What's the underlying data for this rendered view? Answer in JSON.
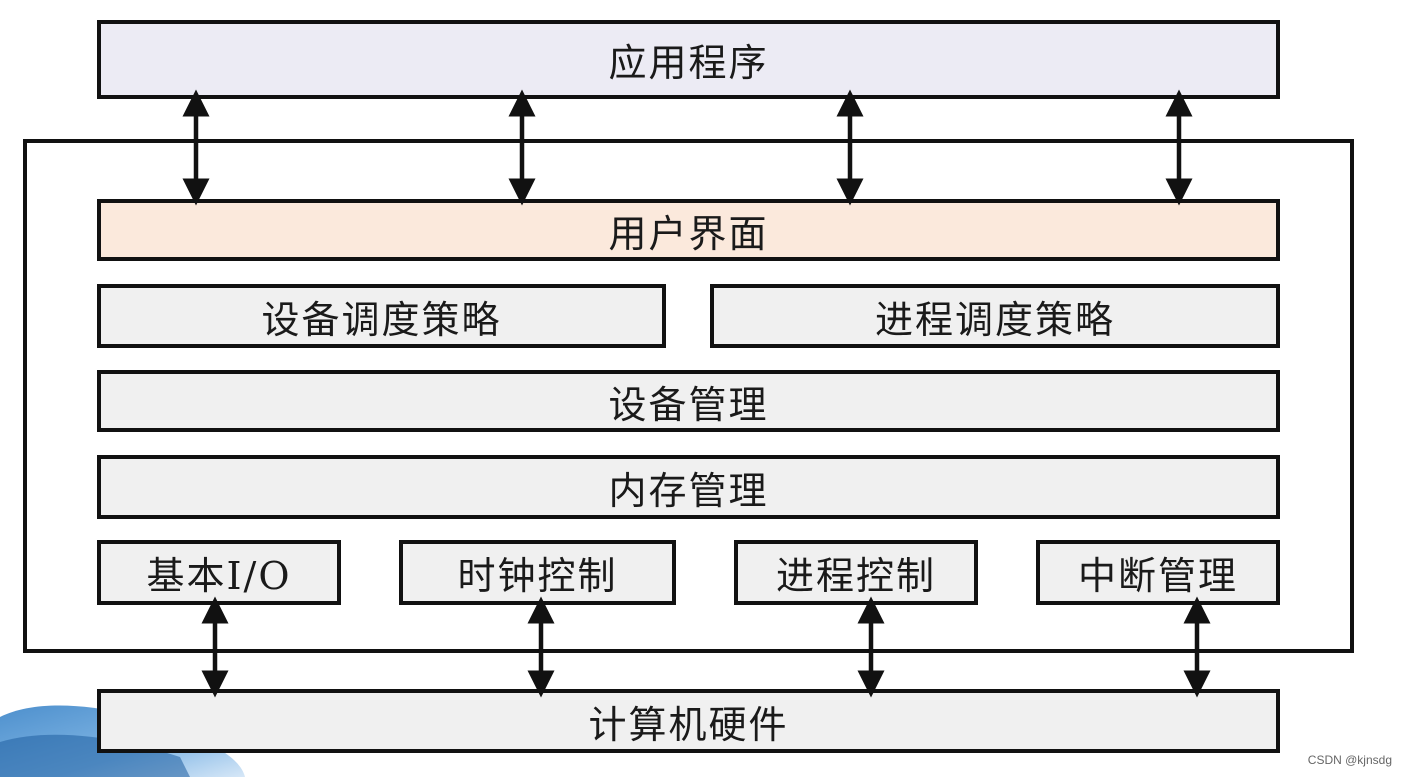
{
  "top": {
    "app_label": "应用程序"
  },
  "kernel": {
    "ui_label": "用户界面",
    "device_policy_label": "设备调度策略",
    "process_policy_label": "进程调度策略",
    "device_mgmt_label": "设备管理",
    "memory_mgmt_label": "内存管理",
    "basic_io_label": "基本I/O",
    "clock_label": "时钟控制",
    "process_ctrl_label": "进程控制",
    "interrupt_label": "中断管理"
  },
  "bottom": {
    "hardware_label": "计算机硬件"
  },
  "watermark": "CSDN @kjnsdg",
  "colors": {
    "app_fill": "#ecebf4",
    "ui_fill": "#fbe9dc",
    "module_fill": "#f0f0f0",
    "stroke": "#111111"
  }
}
